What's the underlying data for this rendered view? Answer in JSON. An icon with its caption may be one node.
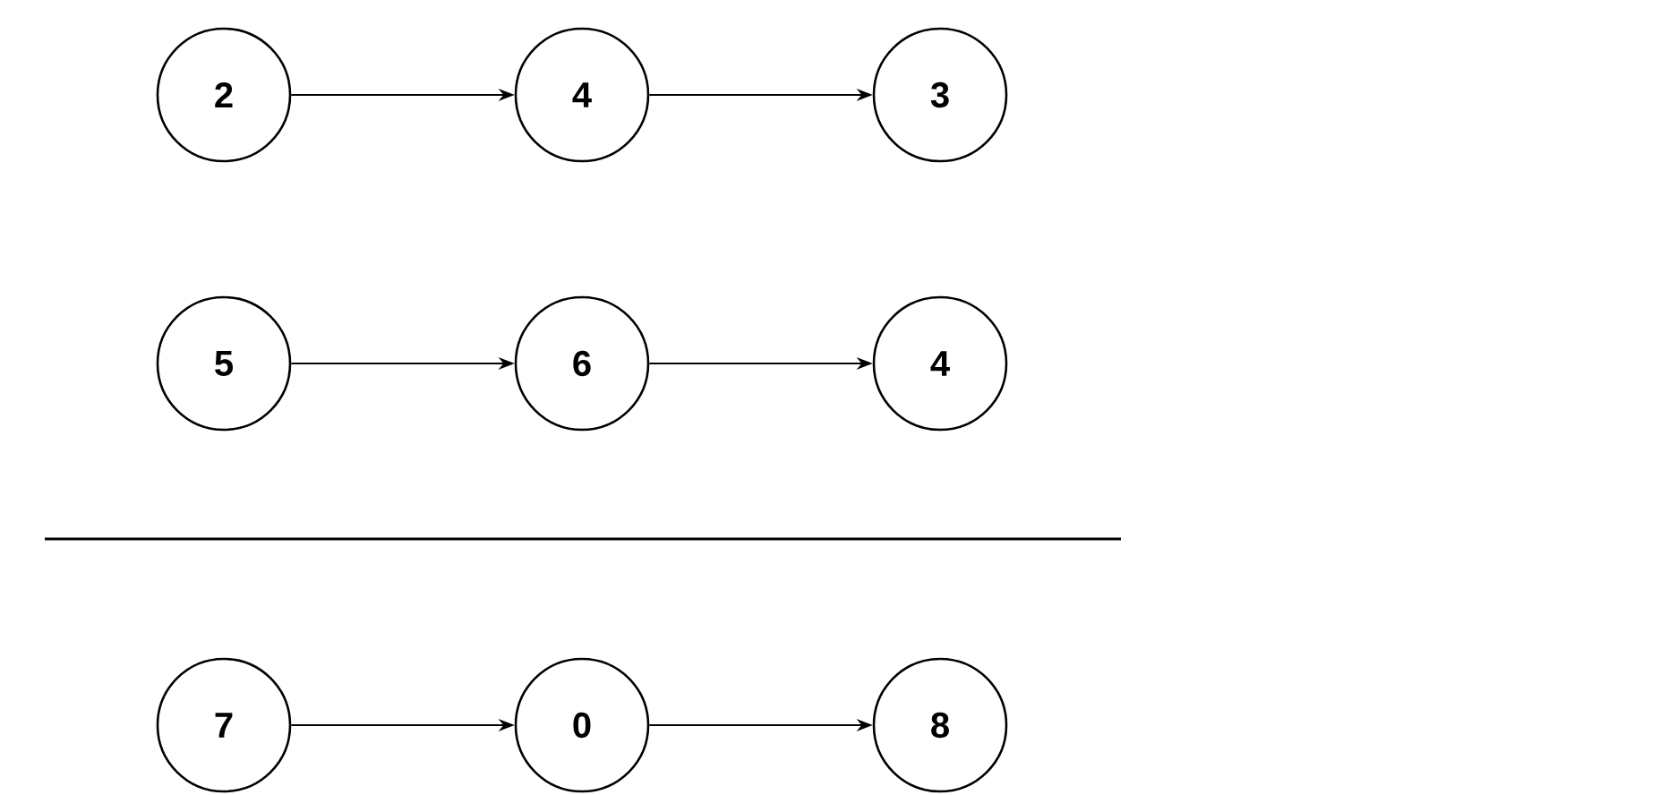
{
  "diagram": {
    "nodes": [
      {
        "text": [
          "2"
        ]
      },
      {
        "text": [
          "4"
        ]
      },
      {
        "text": [
          "3"
        ]
      },
      {
        "text": [
          "5"
        ]
      },
      {
        "text": [
          "6"
        ]
      },
      {
        "text": [
          "4"
        ]
      },
      {
        "text": [
          "7"
        ]
      },
      {
        "text": [
          "0"
        ]
      },
      {
        "text": [
          "8"
        ]
      }
    ],
    "edges": [
      {
        "from": 0,
        "to": 1,
        "arrow": "to"
      },
      {
        "from": 1,
        "to": 2,
        "arrow": "to"
      },
      {
        "from": 3,
        "to": 4,
        "arrow": "to"
      },
      {
        "from": 4,
        "to": 5,
        "arrow": "to"
      },
      {
        "from": 6,
        "to": 7,
        "arrow": "to"
      },
      {
        "from": 7,
        "to": 8,
        "arrow": "to"
      }
    ]
  }
}
